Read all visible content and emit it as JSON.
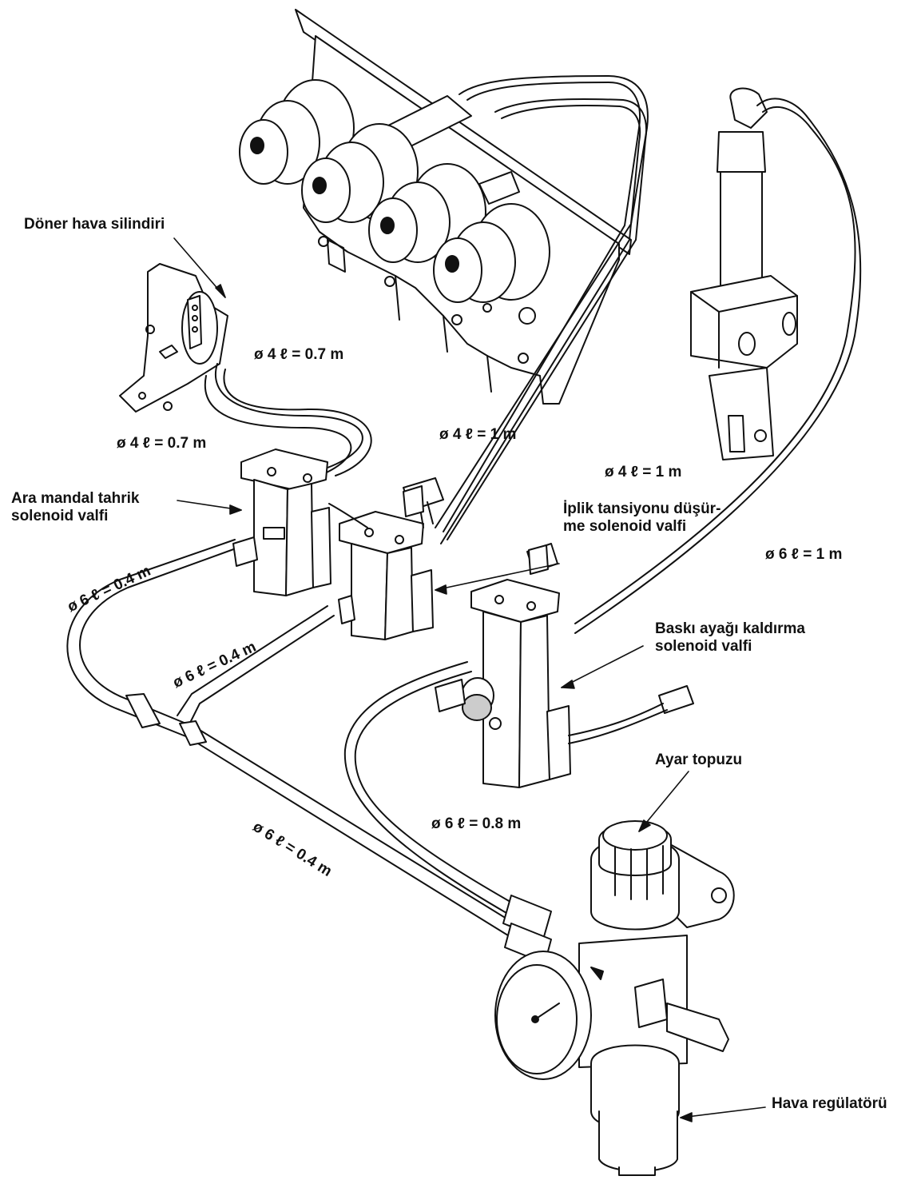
{
  "labels": {
    "rotary_cylinder": "Döner hava silindiri",
    "intermediate_presser_valve": [
      "Ara mandal tahrik",
      "solenoid valfi"
    ],
    "thread_tension_valve": [
      "İplik tansiyonu düşür-",
      "me solenoid valfi"
    ],
    "presser_foot_valve": [
      "Baskı ayağı kaldırma",
      "solenoid valfi"
    ],
    "adjust_knob": "Ayar topuzu",
    "air_regulator": "Hava regülatörü"
  },
  "dimensions": {
    "d1": "ø 4 ℓ = 0.7 m",
    "d2": "ø 4 ℓ = 0.7 m",
    "d3": "ø 4 ℓ = 1 m",
    "d4": "ø 4 ℓ = 1 m",
    "d5": "ø 6 ℓ = 1 m",
    "d6": "ø 6 ℓ = 0.4 m",
    "d7": "ø 6 ℓ = 0.4 m",
    "d8": "ø 6 ℓ = 0.4 m",
    "d9": "ø 6 ℓ = 0.8 m"
  }
}
